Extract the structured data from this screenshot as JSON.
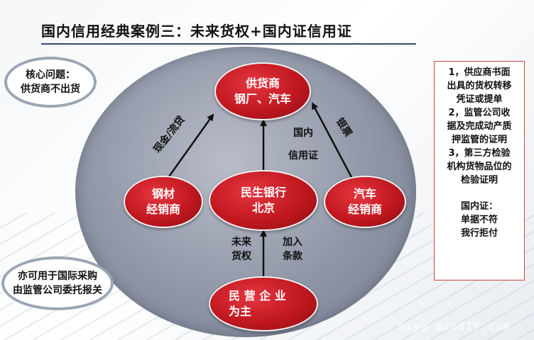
{
  "title": "国内信用经典案例三：未来货权+国内证信用证",
  "callouts": {
    "core_issue_line1": "核心问题：",
    "core_issue_line2": "供货商不出货",
    "intl_line1": "亦可用于国际采购",
    "intl_line2": "由监管公司委托报关"
  },
  "nodes": {
    "supplier_line1": "供货商",
    "supplier_line2": "钢厂、汽车",
    "steel_line1": "钢材",
    "steel_line2": "经销商",
    "bank_line1": "民生银行",
    "bank_line2": "北京",
    "auto_line1": "汽车",
    "auto_line2": "经销商",
    "enterprise_line1": "民 营 企 业",
    "enterprise_line2": "为主"
  },
  "edge_labels": {
    "cash": "现金/流贷",
    "domestic_lc_line1": "国内",
    "domestic_lc_line2": "信用证",
    "bank_acceptance": "银票",
    "future_rights_line1": "未来",
    "future_rights_line2": "货权",
    "add_terms_line1": "加入",
    "add_terms_line2": "条款"
  },
  "info": {
    "line1": "1，供应商书面",
    "line2": "出具的货权转移",
    "line3": "凭证或提单",
    "line4": "2，监管公司收",
    "line5": "据及完成动产质",
    "line6": "押监管的证明",
    "line7": "3，第三方检验",
    "line8": "机构货物品位的",
    "line9": "检验证明",
    "line10": "国内证：",
    "line11": "单据不符",
    "line12": "我行拒付"
  },
  "watermark": "51yu mindIY.com",
  "colors": {
    "node_red": "#c11820",
    "ellipse_gray": "#8f96a6",
    "box_border": "#d04040"
  }
}
